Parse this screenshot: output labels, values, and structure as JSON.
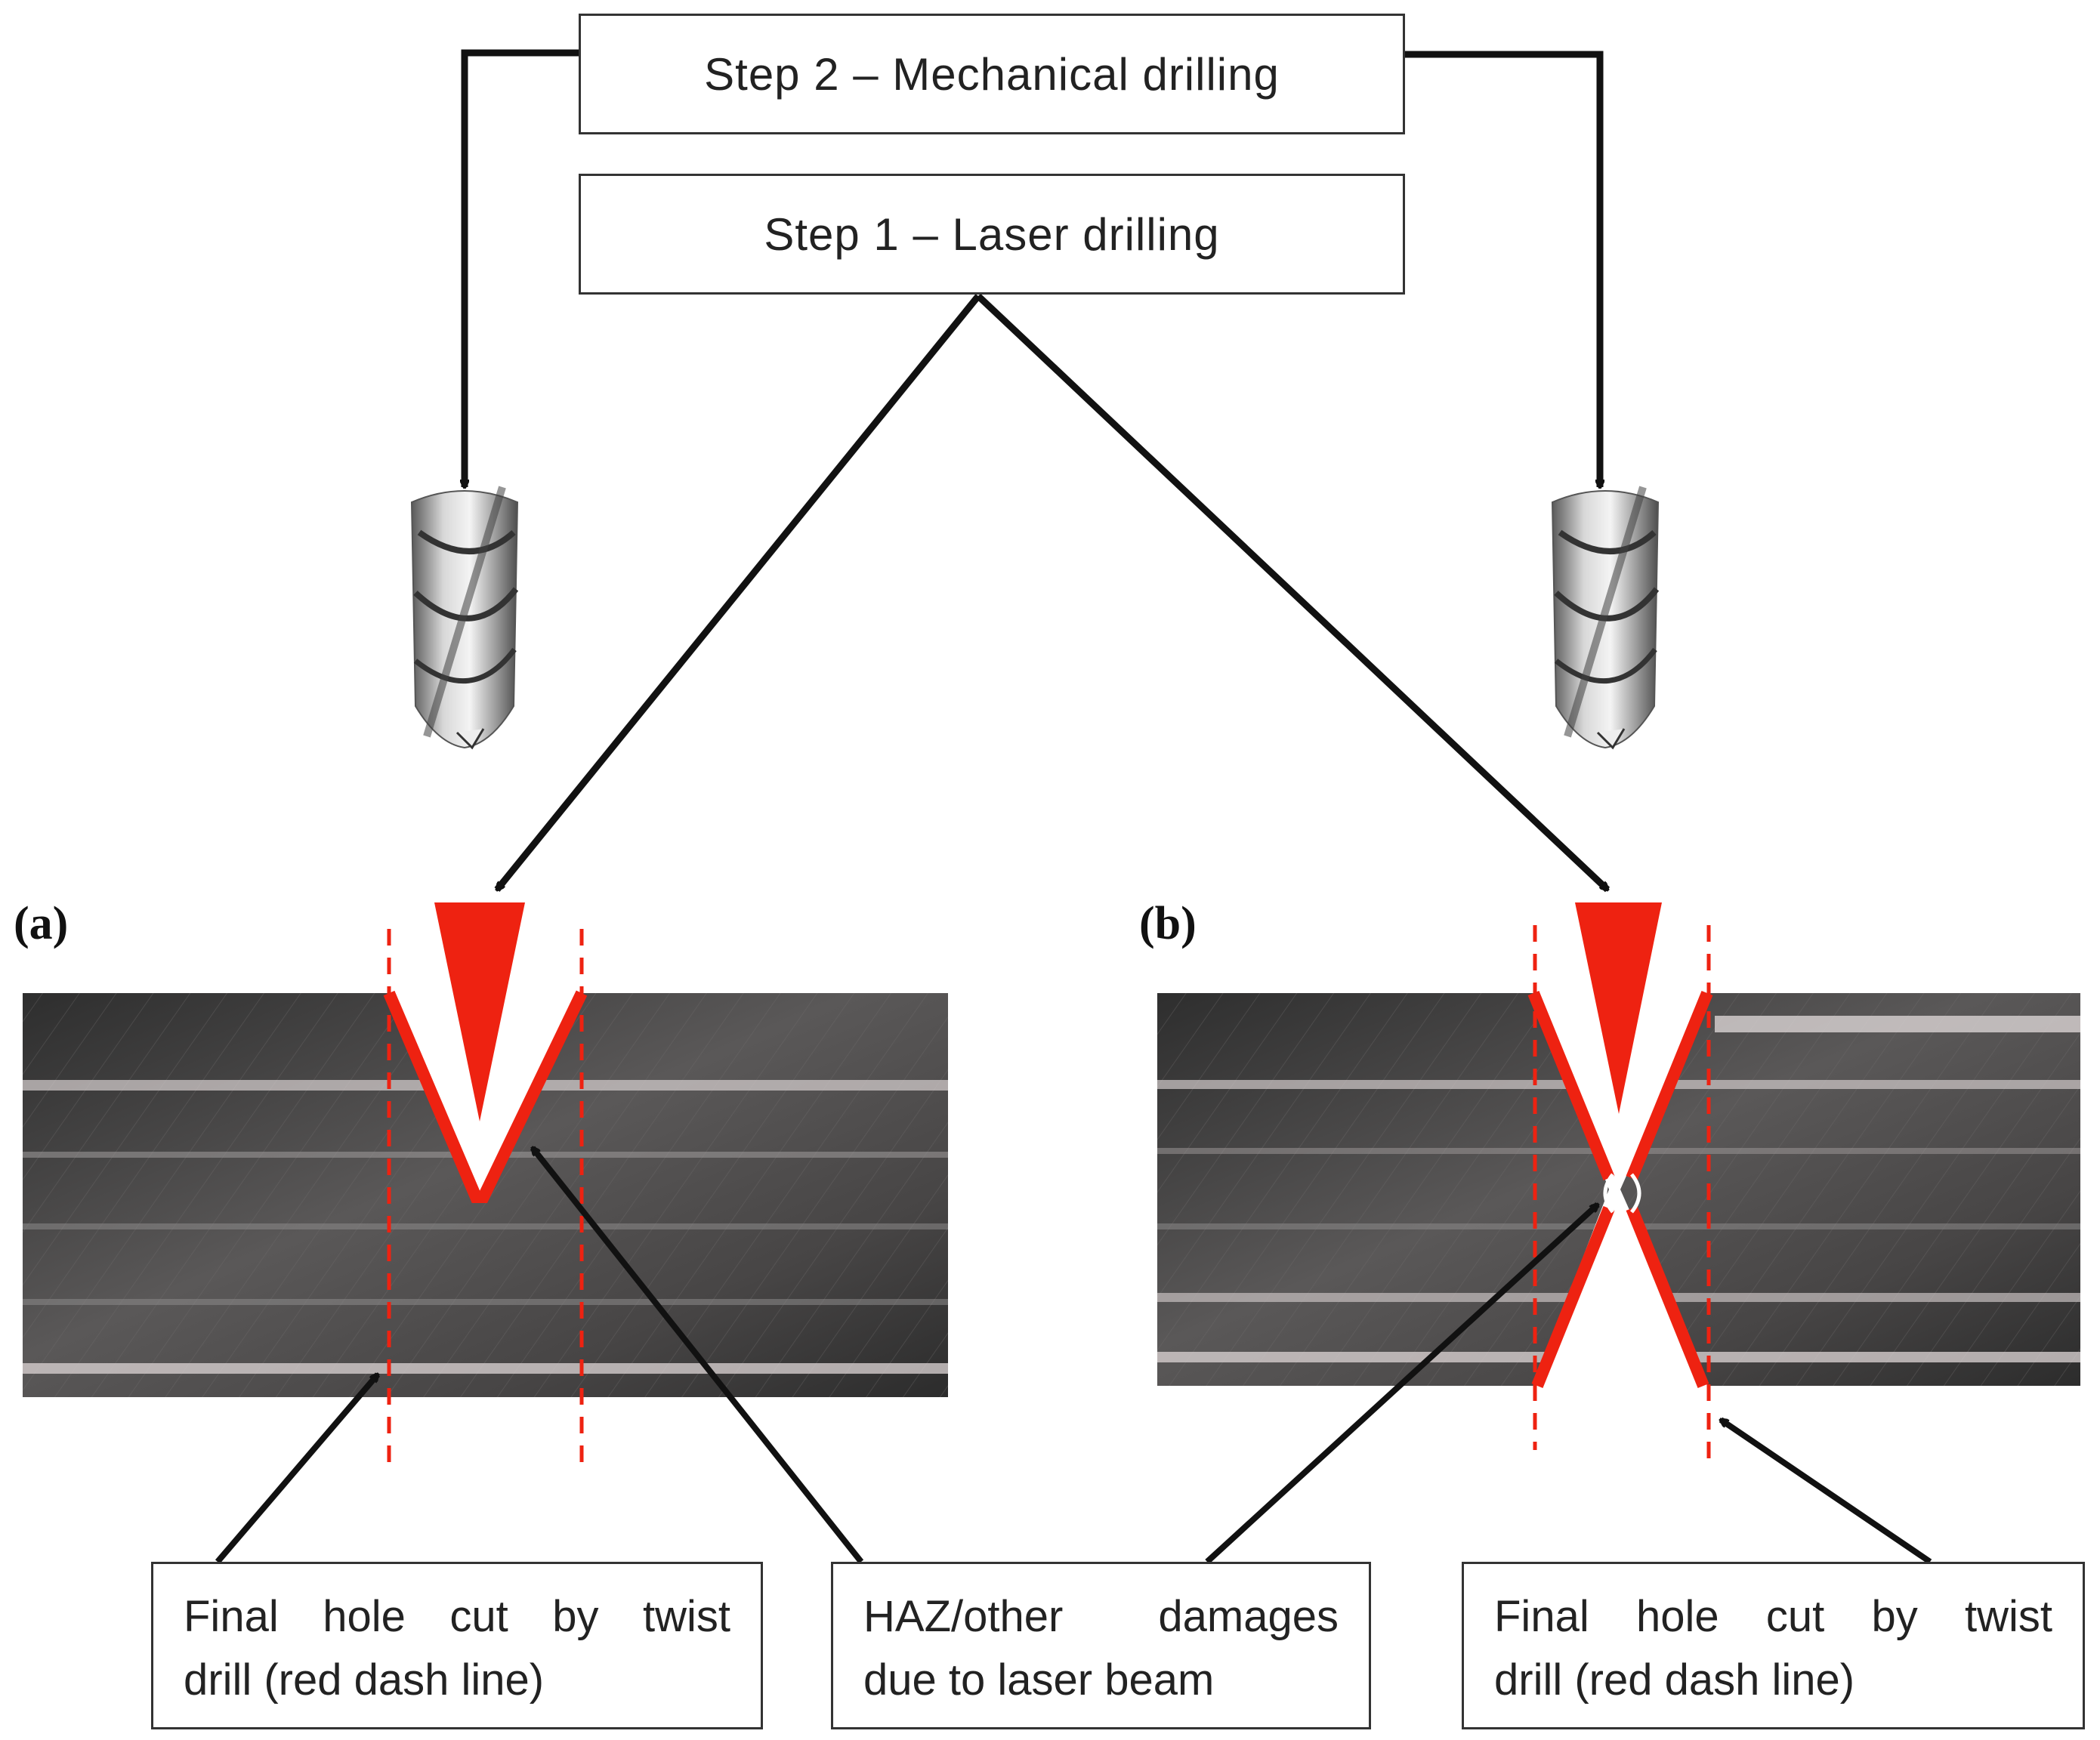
{
  "steps": {
    "step2": "Step 2 – Mechanical drilling",
    "step1": "Step 1 – Laser drilling"
  },
  "panels": {
    "a": "(a)",
    "b": "(b)"
  },
  "callouts": {
    "left": {
      "line1": "Final hole cut by twist",
      "line2": "drill (red dash line)"
    },
    "middle": {
      "line1": "HAZ/other damages",
      "line2": "due to laser beam"
    },
    "right": {
      "line1": "Final hole cut by twist",
      "line2": "drill (red dash line)"
    }
  },
  "colors": {
    "laser_red": "#ee2211",
    "arrow": "#111111",
    "material_dark": "#3a3a3a",
    "material_stripe": "#c9c2c2"
  },
  "icons": [
    "twist-drill-icon",
    "laser-cone-icon"
  ]
}
